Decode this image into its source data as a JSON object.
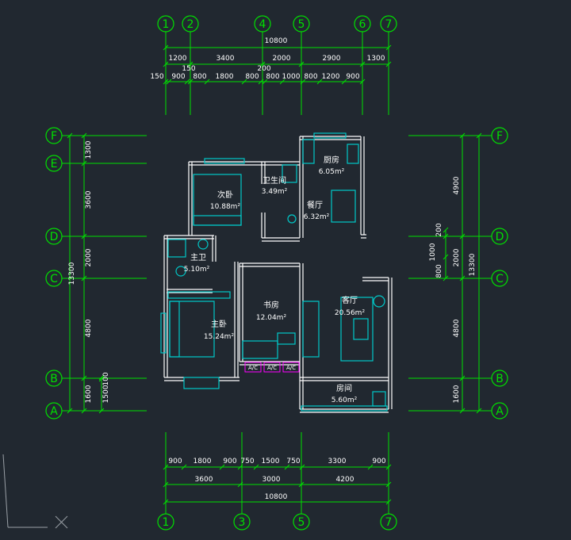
{
  "colors": {
    "background": "#212830",
    "grid": "#00e000",
    "dim_text": "#ffffff",
    "wall": "#ffffff",
    "furniture": "#00c8c8",
    "ac_box": "#ff00ff"
  },
  "axes_top": [
    "1",
    "2",
    "4",
    "5",
    "6",
    "7"
  ],
  "axes_bottom": [
    "1",
    "3",
    "5",
    "7"
  ],
  "axes_left": [
    "F",
    "E",
    "D",
    "C",
    "B",
    "A"
  ],
  "axes_right": [
    "F",
    "D",
    "C",
    "B",
    "A"
  ],
  "dims": {
    "top_total": "10800",
    "top_row1": [
      "1200",
      "3400",
      "2000",
      "2900",
      "1300"
    ],
    "top_row2": [
      "150",
      "900",
      "150",
      "800",
      "1800",
      "800",
      "200",
      "800",
      "1000",
      "800",
      "1200",
      "900"
    ],
    "bottom_row1": [
      "900",
      "1800",
      "900",
      "750",
      "1500",
      "750",
      "3300",
      "900"
    ],
    "bottom_row2": [
      "3600",
      "3000",
      "4200"
    ],
    "bottom_total": "10800",
    "left_outer": [
      "1300",
      "3600",
      "2000",
      "4800",
      "1600",
      "1500",
      "100"
    ],
    "left_total": "13300",
    "right_outer": [
      "4900",
      "2000",
      "4800",
      "1600"
    ],
    "right_inner": [
      "200",
      "1000",
      "800"
    ],
    "right_total": "13300"
  },
  "rooms": [
    {
      "name": "厨房",
      "area": "6.05m²"
    },
    {
      "name": "卫生间",
      "area": "3.49m²"
    },
    {
      "name": "次卧",
      "area": "10.88m²"
    },
    {
      "name": "餐厅",
      "area": "6.32m²"
    },
    {
      "name": "主卫",
      "area": "5.10m²"
    },
    {
      "name": "书房",
      "area": "12.04m²"
    },
    {
      "name": "客厅",
      "area": "20.56m²"
    },
    {
      "name": "主卧",
      "area": "15.24m²"
    },
    {
      "name": "房间",
      "area": "5.60m²"
    }
  ],
  "ac_label": "A/C"
}
